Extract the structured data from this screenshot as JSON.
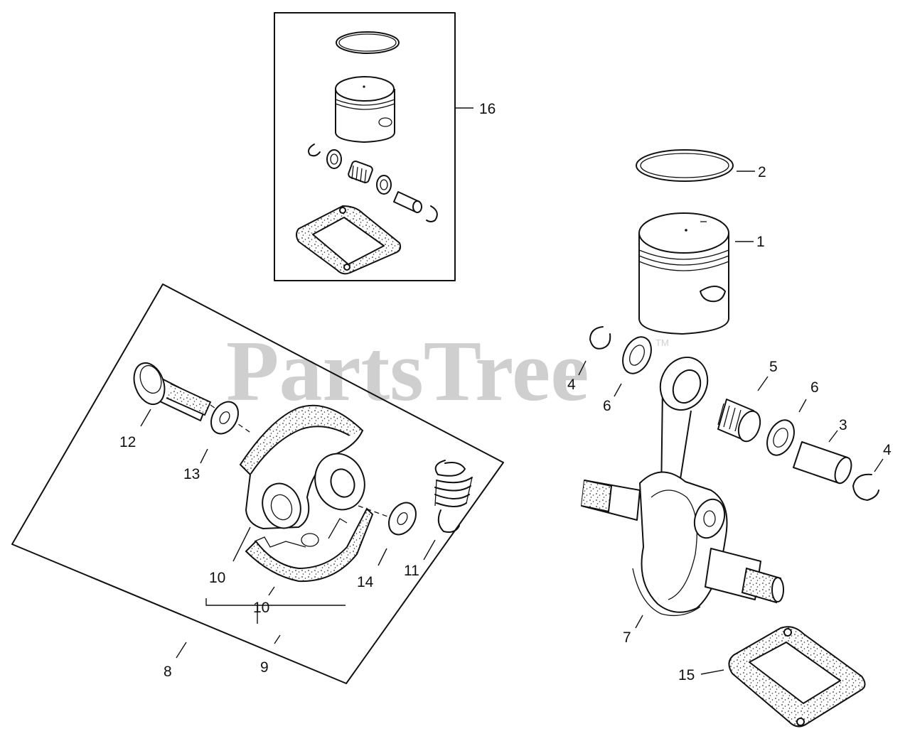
{
  "diagram": {
    "watermark": {
      "text": "PartsTree",
      "trademark": "TM"
    },
    "callouts": [
      {
        "id": "16",
        "label": "16"
      },
      {
        "id": "2",
        "label": "2"
      },
      {
        "id": "1",
        "label": "1"
      },
      {
        "id": "4a",
        "label": "4"
      },
      {
        "id": "6a",
        "label": "6"
      },
      {
        "id": "5",
        "label": "5"
      },
      {
        "id": "6b",
        "label": "6"
      },
      {
        "id": "3",
        "label": "3"
      },
      {
        "id": "4b",
        "label": "4"
      },
      {
        "id": "7",
        "label": "7"
      },
      {
        "id": "15",
        "label": "15"
      },
      {
        "id": "12",
        "label": "12"
      },
      {
        "id": "13",
        "label": "13"
      },
      {
        "id": "10a",
        "label": "10"
      },
      {
        "id": "10b",
        "label": "10"
      },
      {
        "id": "14",
        "label": "14"
      },
      {
        "id": "11",
        "label": "11"
      },
      {
        "id": "9",
        "label": "9"
      },
      {
        "id": "8",
        "label": "8"
      }
    ],
    "parts": [
      {
        "key": "piston-kit",
        "icon": "piston-kit-box"
      },
      {
        "key": "piston-ring",
        "icon": "piston-ring-icon"
      },
      {
        "key": "piston",
        "icon": "piston-icon"
      },
      {
        "key": "circlip",
        "icon": "circlip-icon"
      },
      {
        "key": "washer",
        "icon": "thrust-washer-icon"
      },
      {
        "key": "needle-bearing",
        "icon": "needle-bearing-icon"
      },
      {
        "key": "piston-pin",
        "icon": "piston-pin-icon"
      },
      {
        "key": "crankshaft",
        "icon": "crankshaft-icon"
      },
      {
        "key": "gasket",
        "icon": "gasket-icon"
      },
      {
        "key": "clutch-assembly",
        "icon": "clutch-assembly-icon"
      },
      {
        "key": "clutch-shoe",
        "icon": "clutch-shoe-icon"
      },
      {
        "key": "clutch-bolt",
        "icon": "shoulder-bolt-icon"
      },
      {
        "key": "clutch-spring",
        "icon": "clutch-spring-icon"
      }
    ]
  }
}
